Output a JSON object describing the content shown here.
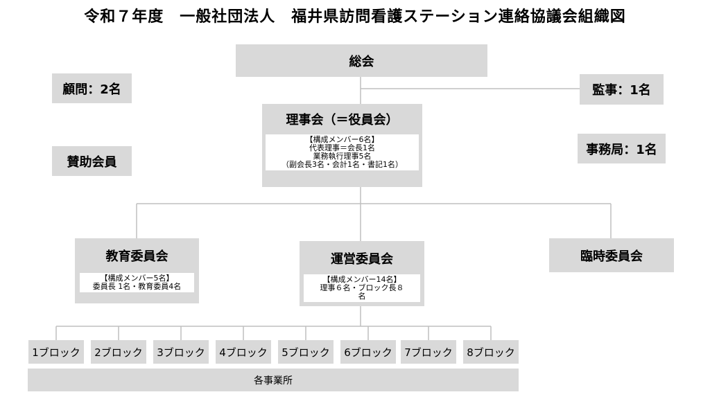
{
  "title": "令和７年度　一般社団法人　福井県訪問看護ステーション連絡協議会組織図",
  "general_assembly": "総会",
  "advisor": "顧問：2名",
  "auditor": "監事：1名",
  "supporting_members": "賛助会員",
  "secretariat": "事務局：1名",
  "board": {
    "name": "理事会（＝役員会）",
    "lines": [
      "【構成メンバー6名】",
      "代表理事＝会長1名",
      "業務執行理事5名",
      "（副会長3名・会計1名・書記1名）"
    ]
  },
  "education_committee": {
    "name": "教育委員会",
    "lines": [
      "【構成メンバー5名】",
      "委員長 1名・教育委員4名"
    ]
  },
  "operations_committee": {
    "name": "運営委員会",
    "lines": [
      "【構成メンバー14名】",
      "理事６名・ブロック長８",
      "名"
    ]
  },
  "ad_hoc_committee": "臨時委員会",
  "blocks": [
    "1ブロック",
    "2ブロック",
    "3ブロック",
    "4ブロック",
    "5ブロック",
    "6ブロック",
    "7ブロック",
    "8ブロック"
  ],
  "offices": "各事業所"
}
